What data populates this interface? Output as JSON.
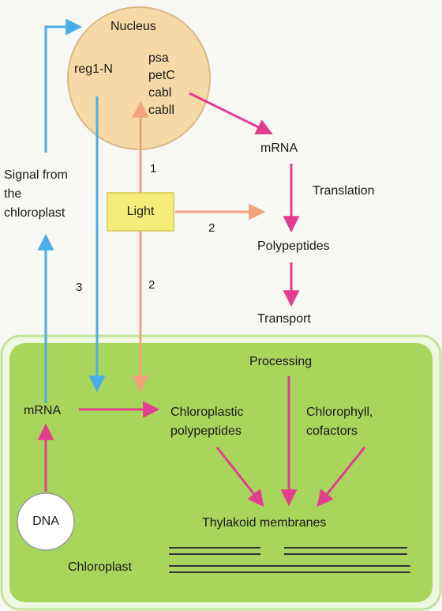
{
  "nucleus": {
    "title": "Nucleus",
    "regulator": "reg1-N",
    "genes": [
      "psa",
      "petC",
      "cabl",
      "cabll"
    ]
  },
  "light": {
    "label": "Light"
  },
  "signal": {
    "label": "Signal from the chloroplast"
  },
  "cytoplasm": {
    "mrna": "mRNA",
    "translation": "Translation",
    "polypeptides": "Polypeptides",
    "transport": "Transport"
  },
  "chloroplast": {
    "label": "Chloroplast",
    "processing": "Processing",
    "mrna": "mRNA",
    "dna": "DNA",
    "chloroplastic_polypeptides": "Chloroplastic polypeptides",
    "chlorophyll_cofactors": "Chlorophyll, cofactors",
    "thylakoid_membranes": "Thylakoid membranes"
  },
  "pathway_numbers": {
    "light_to_nucleus": "1",
    "light_to_polypeptides": "2",
    "light_to_chloroplast": "2",
    "signal_pathway": "3"
  },
  "colors": {
    "nucleus_fill": "#f6d9a6",
    "light_fill": "#f6ec7a",
    "chloroplast_fill": "#a8d55c",
    "chloroplast_border": "#c4e29a",
    "blue_arrow": "#4aaee6",
    "pink_arrow": "#e23d8f",
    "orange_arrow": "#f0a27a",
    "membrane": "#333333"
  }
}
